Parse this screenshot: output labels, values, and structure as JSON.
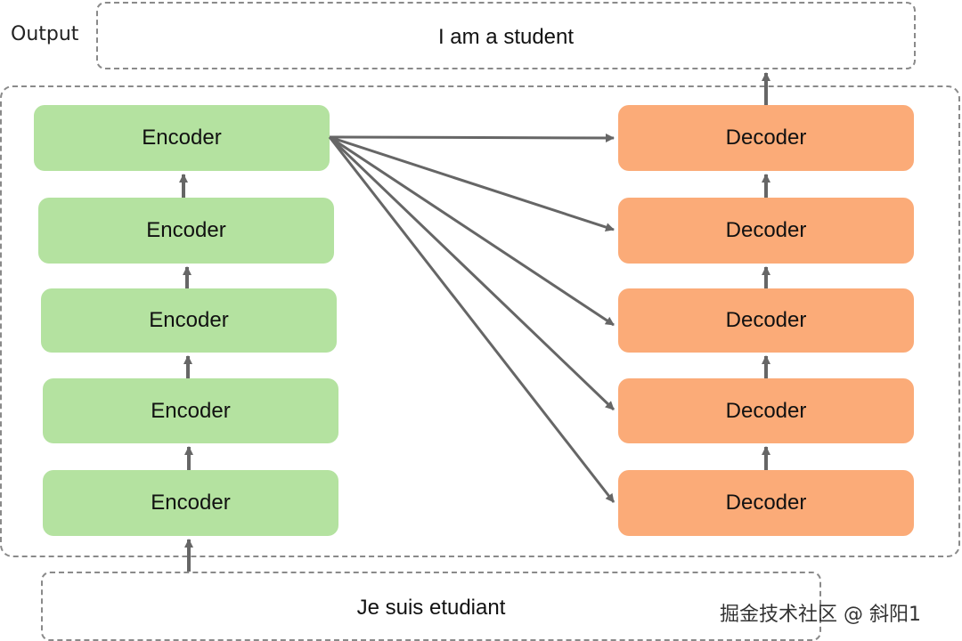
{
  "output_label": "Output",
  "output_text": "I am a student",
  "input_text": "Je suis etudiant",
  "encoders": [
    "Encoder",
    "Encoder",
    "Encoder",
    "Encoder",
    "Encoder"
  ],
  "decoders": [
    "Decoder",
    "Decoder",
    "Decoder",
    "Decoder",
    "Decoder"
  ],
  "watermark": "掘金技术社区 @ 斜阳1",
  "colors": {
    "encoder": "#b4e2a0",
    "decoder": "#fbab78",
    "arrow": "#666666",
    "dashed_border": "#8a8a8a"
  }
}
